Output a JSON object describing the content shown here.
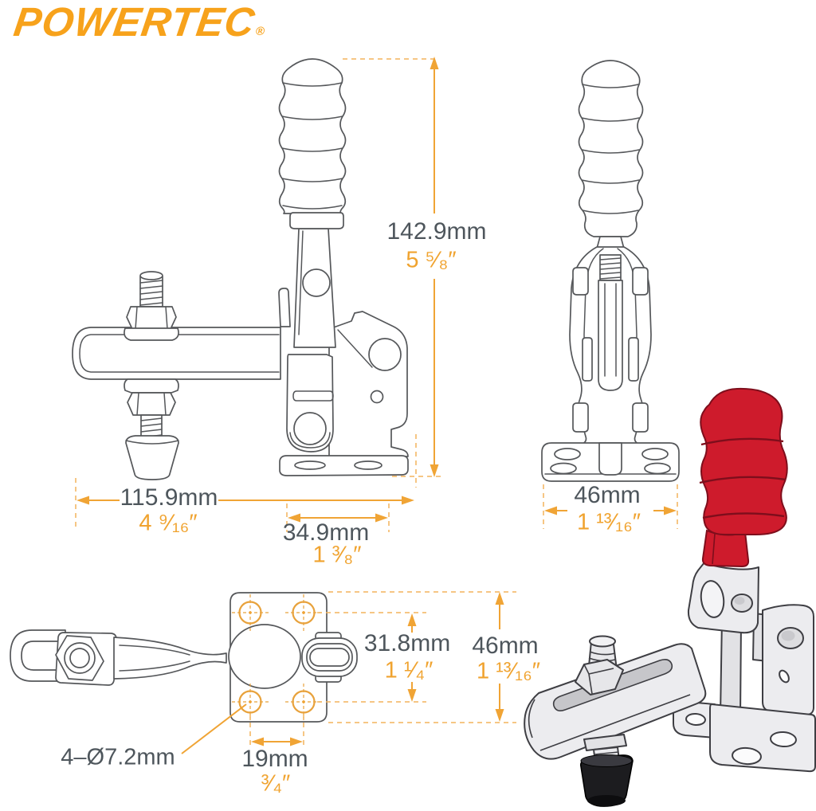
{
  "brand": {
    "logo_text": "POWERTEC",
    "registered_mark": "®"
  },
  "colors": {
    "logo_orange": "#F7A21B",
    "dimension_orange": "#F0A32F",
    "dimension_gray": "#4E565C",
    "drawing_line_gray": "#55575A",
    "handle_red": "#CE1B2C",
    "rubber_black": "#1C1C1F"
  },
  "dimensions": {
    "front_height": {
      "metric": "142.9mm",
      "imperial": "5 ⁵⁄₈″"
    },
    "front_width": {
      "metric": "115.9mm",
      "imperial": "4 ⁹⁄₁₆″"
    },
    "front_base_width": {
      "metric": "34.9mm",
      "imperial": "1 ³⁄₈″"
    },
    "side_base_width": {
      "metric": "46mm",
      "imperial": "1 ¹³⁄₁₆″"
    },
    "top_hole_spacing_vertical": {
      "metric": "31.8mm",
      "imperial": "1 ¹⁄₄″"
    },
    "top_plate_length": {
      "metric": "46mm",
      "imperial": "1 ¹³⁄₁₆″"
    },
    "top_hole_spacing_horizontal": {
      "metric": "19mm",
      "imperial": "³⁄₄″"
    },
    "mounting_holes_callout": "4–Ø7.2mm"
  }
}
